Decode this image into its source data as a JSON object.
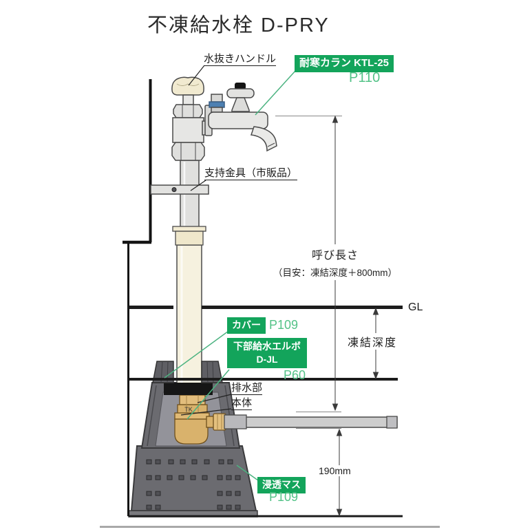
{
  "page": {
    "title": "不凍給水栓 D-PRY"
  },
  "callouts": {
    "drain_handle": "水抜きハンドル",
    "support_bracket": "支持金具（市販品）",
    "drain_section": "排水部",
    "main_body": "本体",
    "ground_level": "GL",
    "nominal_length_title": "呼び長さ",
    "nominal_length_note": "（目安：凍結深度＋800mm）",
    "freezing_depth": "凍結深度",
    "basin_height": "190mm"
  },
  "green_tags": {
    "faucet": {
      "label": "耐寒カラン KTL-25",
      "page_ref": "P110"
    },
    "cover": {
      "label": "カバー",
      "page_ref": "P109"
    },
    "lower_elbow": {
      "label_line1": "下部給水エルボ",
      "label_line2": "D-JL",
      "page_ref": "P60"
    },
    "infiltration_basin": {
      "label": "浸透マス",
      "page_ref": "P109"
    }
  },
  "diagram": {
    "valve_marking": "TK"
  },
  "colors": {
    "tag_green": "#13a45b",
    "page_ref_green": "#53c287",
    "leader_green": "#4cb381",
    "brass": "#d9b26c",
    "pot_gray": "#6b6b70",
    "pipe_cream": "#f6f1df",
    "metal_gray": "#e6e6e4",
    "line_black": "#1b1b1b"
  }
}
